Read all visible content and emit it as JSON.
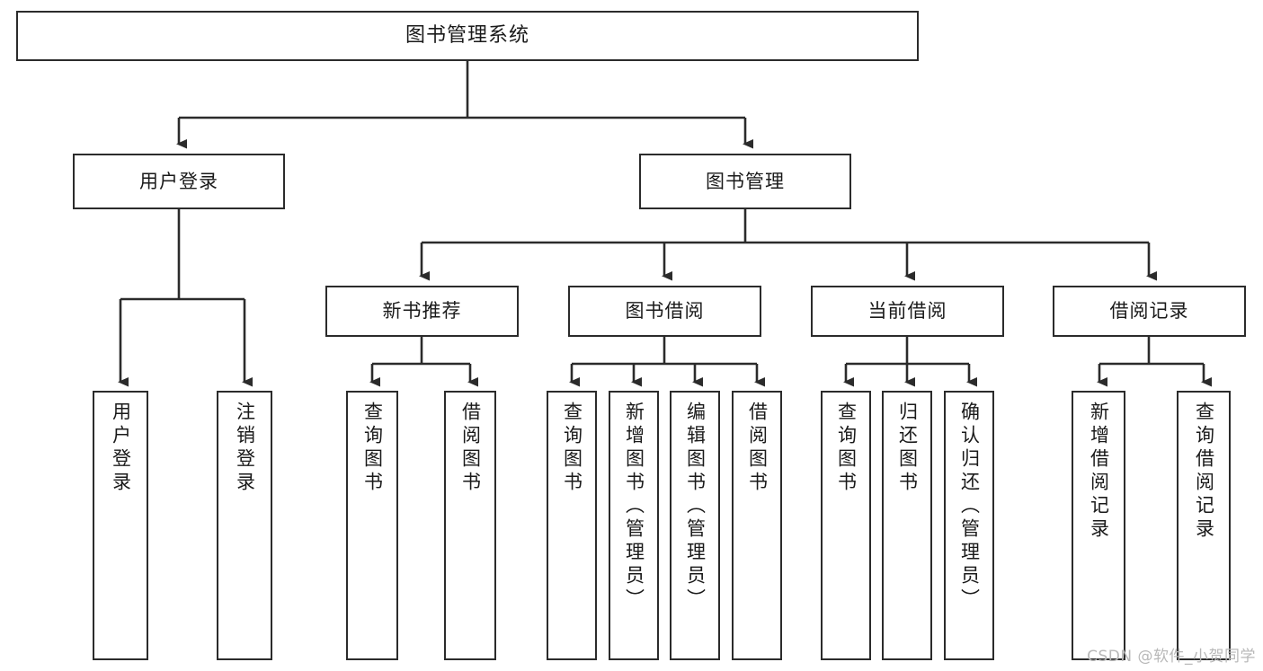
{
  "diagram": {
    "type": "tree-hierarchy-chart",
    "title": "图书管理系统",
    "watermark": "CSDN @软件_小贺同学",
    "colors": {
      "box_border": "#2b2b2b",
      "box_fill": "#ffffff",
      "connector": "#2b2b2b",
      "text": "#1a1a1a",
      "watermark": "#b8b8b8",
      "background": "#ffffff"
    },
    "root": {
      "label": "图书管理系统"
    },
    "level2": [
      {
        "label": "用户登录"
      },
      {
        "label": "图书管理"
      }
    ],
    "level3": [
      {
        "label": "新书推荐"
      },
      {
        "label": "图书借阅"
      },
      {
        "label": "当前借阅"
      },
      {
        "label": "借阅记录"
      }
    ],
    "leaves": {
      "user_login": [
        {
          "label": "用户登录"
        },
        {
          "label": "注销登录"
        }
      ],
      "new_book_recommend": [
        {
          "label": "查询图书"
        },
        {
          "label": "借阅图书"
        }
      ],
      "book_borrow": [
        {
          "label": "查询图书"
        },
        {
          "label": "新增图书（管理员）"
        },
        {
          "label": "编辑图书（管理员）"
        },
        {
          "label": "借阅图书"
        }
      ],
      "current_borrow": [
        {
          "label": "查询图书"
        },
        {
          "label": "归还图书"
        },
        {
          "label": "确认归还（管理员）"
        }
      ],
      "borrow_records": [
        {
          "label": "新增借阅记录"
        },
        {
          "label": "查询借阅记录"
        }
      ]
    }
  }
}
